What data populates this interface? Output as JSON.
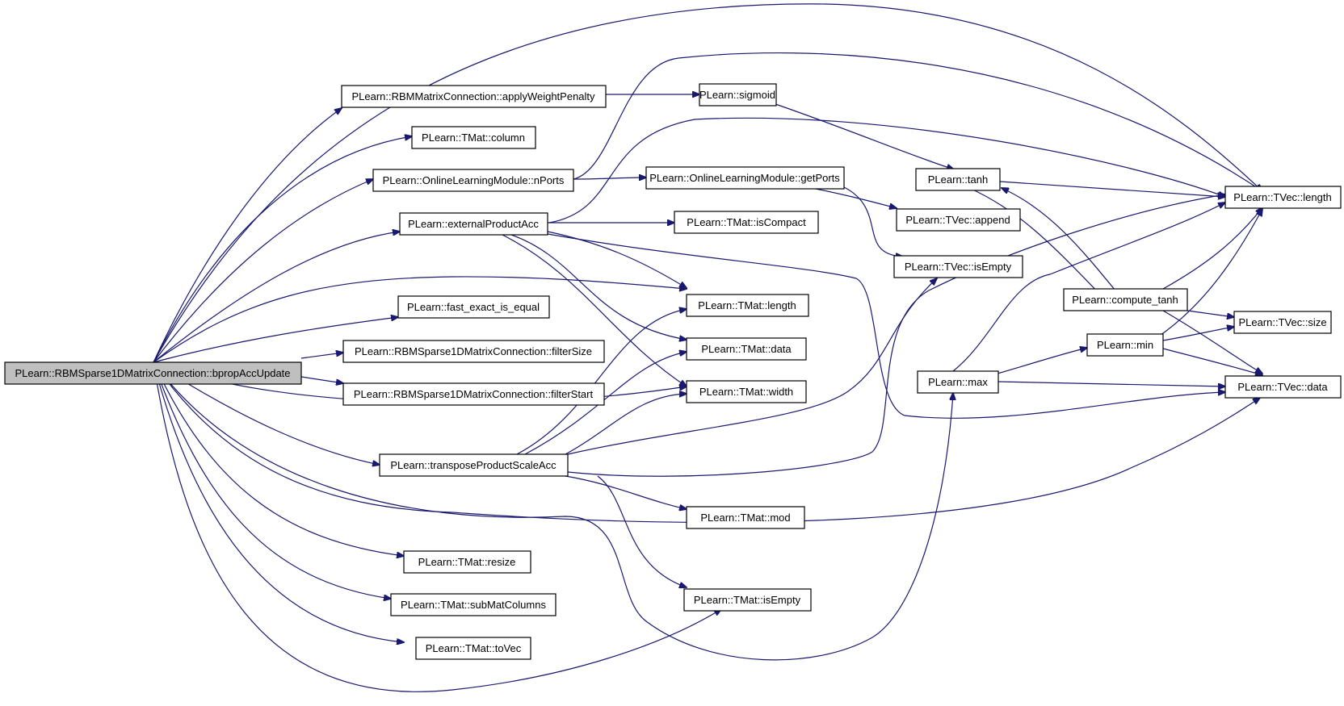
{
  "graph": {
    "nodes": {
      "root": "PLearn::RBMSparse1DMatrixConnection::bpropAccUpdate",
      "applyWeightPenalty": "PLearn::RBMMatrixConnection::applyWeightPenalty",
      "column": "PLearn::TMat::column",
      "nPorts": "PLearn::OnlineLearningModule::nPorts",
      "externalProductAcc": "PLearn::externalProductAcc",
      "fast_exact_is_equal": "PLearn::fast_exact_is_equal",
      "filterSize": "PLearn::RBMSparse1DMatrixConnection::filterSize",
      "filterStart": "PLearn::RBMSparse1DMatrixConnection::filterStart",
      "transposeProductScaleAcc": "PLearn::transposeProductScaleAcc",
      "resize": "PLearn::TMat::resize",
      "subMatColumns": "PLearn::TMat::subMatColumns",
      "toVec": "PLearn::TMat::toVec",
      "sigmoid": "PLearn::sigmoid",
      "getPorts": "PLearn::OnlineLearningModule::getPorts",
      "isCompact": "PLearn::TMat::isCompact",
      "tmat_length": "PLearn::TMat::length",
      "tmat_data": "PLearn::TMat::data",
      "tmat_width": "PLearn::TMat::width",
      "mod": "PLearn::TMat::mod",
      "tmat_isEmpty": "PLearn::TMat::isEmpty",
      "tanh": "PLearn::tanh",
      "append": "PLearn::TVec::append",
      "tvec_isEmpty": "PLearn::TVec::isEmpty",
      "compute_tanh": "PLearn::compute_tanh",
      "min": "PLearn::min",
      "max": "PLearn::max",
      "tvec_length": "PLearn::TVec::length",
      "tvec_size": "PLearn::TVec::size",
      "tvec_data": "PLearn::TVec::data"
    },
    "edges": [
      [
        "root",
        "tvec_length"
      ],
      [
        "root",
        "applyWeightPenalty"
      ],
      [
        "root",
        "column"
      ],
      [
        "root",
        "nPorts"
      ],
      [
        "root",
        "externalProductAcc"
      ],
      [
        "root",
        "tmat_length"
      ],
      [
        "root",
        "fast_exact_is_equal"
      ],
      [
        "root",
        "filterSize"
      ],
      [
        "root",
        "filterStart"
      ],
      [
        "root",
        "tmat_width"
      ],
      [
        "root",
        "transposeProductScaleAcc"
      ],
      [
        "root",
        "tvec_data"
      ],
      [
        "root",
        "resize"
      ],
      [
        "root",
        "subMatColumns"
      ],
      [
        "root",
        "toVec"
      ],
      [
        "root",
        "tmat_isEmpty"
      ],
      [
        "root",
        "max"
      ],
      [
        "applyWeightPenalty",
        "sigmoid"
      ],
      [
        "sigmoid",
        "tanh"
      ],
      [
        "nPorts",
        "getPorts"
      ],
      [
        "nPorts",
        "tvec_length"
      ],
      [
        "getPorts",
        "append"
      ],
      [
        "getPorts",
        "tvec_isEmpty"
      ],
      [
        "externalProductAcc",
        "tvec_length"
      ],
      [
        "externalProductAcc",
        "isCompact"
      ],
      [
        "externalProductAcc",
        "tmat_length"
      ],
      [
        "externalProductAcc",
        "tmat_data"
      ],
      [
        "externalProductAcc",
        "tmat_width"
      ],
      [
        "externalProductAcc",
        "tvec_data"
      ],
      [
        "transposeProductScaleAcc",
        "tmat_length"
      ],
      [
        "transposeProductScaleAcc",
        "tmat_data"
      ],
      [
        "transposeProductScaleAcc",
        "tmat_width"
      ],
      [
        "transposeProductScaleAcc",
        "tvec_isEmpty"
      ],
      [
        "transposeProductScaleAcc",
        "tvec_length"
      ],
      [
        "transposeProductScaleAcc",
        "mod"
      ],
      [
        "transposeProductScaleAcc",
        "tmat_isEmpty"
      ],
      [
        "tanh",
        "compute_tanh"
      ],
      [
        "tanh",
        "tvec_length"
      ],
      [
        "compute_tanh",
        "tanh"
      ],
      [
        "compute_tanh",
        "tvec_length"
      ],
      [
        "compute_tanh",
        "tvec_size"
      ],
      [
        "compute_tanh",
        "tvec_data"
      ],
      [
        "max",
        "tvec_length"
      ],
      [
        "max",
        "min"
      ],
      [
        "max",
        "tvec_data"
      ],
      [
        "min",
        "tvec_length"
      ],
      [
        "min",
        "tvec_size"
      ],
      [
        "min",
        "tvec_data"
      ]
    ]
  }
}
